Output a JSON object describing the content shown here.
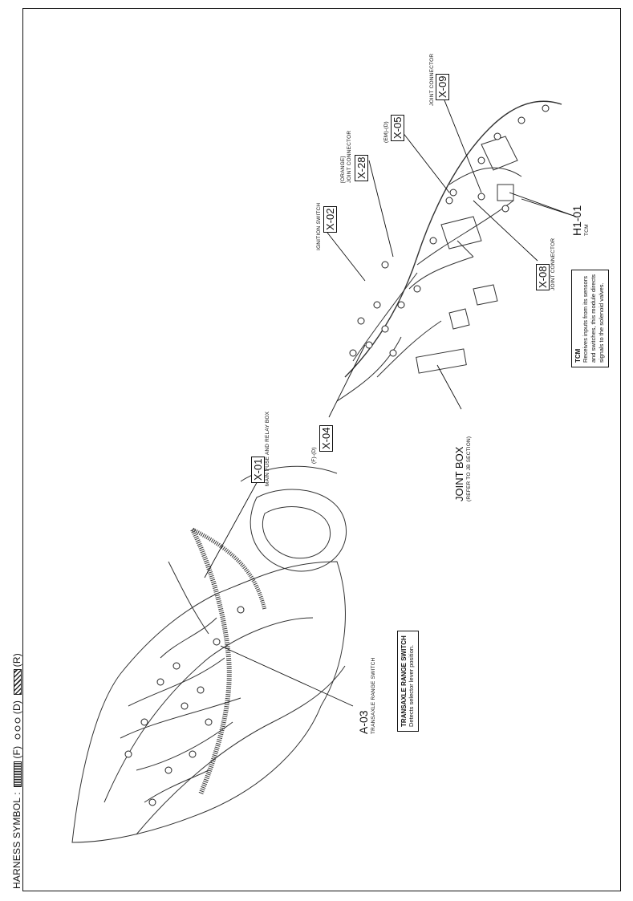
{
  "harness_symbol": {
    "label": "HARNESS SYMBOL :",
    "f": "(F)",
    "d": "(D)",
    "r": "(R)"
  },
  "callouts": {
    "x01": {
      "code": "X-01",
      "name": "MAIN FUSE AND RELAY BOX"
    },
    "a03": {
      "code": "A-03",
      "name": "TRANSAXLE RANGE SWITCH"
    },
    "x04": {
      "code": "X-04",
      "pre": "(F)-(D)"
    },
    "x02": {
      "code": "X-02",
      "name": "IGNITION SWITCH"
    },
    "x28": {
      "code": "X-28",
      "pre": "[ORANGE]",
      "name": "JOINT CONNECTOR"
    },
    "x05": {
      "code": "X-05",
      "pre": "(EM)-(D)"
    },
    "x09": {
      "code": "X-09",
      "name": "JOINT CONNECTOR"
    },
    "x08": {
      "code": "X-08",
      "name": "JOINT CONNECTOR"
    },
    "h101": {
      "code": "H1-01",
      "name": "TCM"
    },
    "jb": {
      "name": "JOINT BOX",
      "sub": "(REFER TO JB SECTION)"
    }
  },
  "notes": {
    "trs": {
      "title": "TRANSAXLE RANGE SWITCH",
      "desc": "Detects selector lever position."
    },
    "tcm": {
      "title": "TCM",
      "line1": "Receives inputs from its sensors",
      "line2": "and switches, this module directs",
      "line3": "signals to the solenoid valves."
    }
  }
}
